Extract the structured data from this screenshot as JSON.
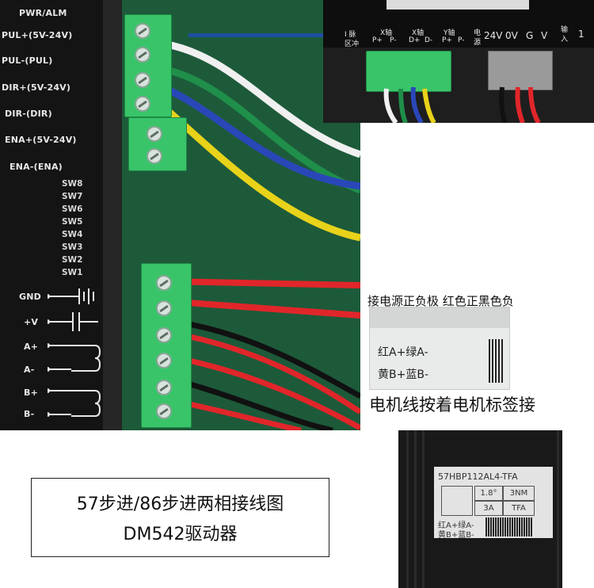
{
  "driver": {
    "labels": [
      "PWR/ALM",
      "PUL+(5V-24V)",
      "PUL-(PUL)",
      "DIR+(5V-24V)",
      "DIR-(DIR)",
      "ENA+(5V-24V)",
      "ENA-(ENA)"
    ],
    "switches": [
      "SW8",
      "SW7",
      "SW6",
      "SW5",
      "SW4",
      "SW3",
      "SW2",
      "SW1"
    ],
    "power_labels": [
      "GND",
      "+V"
    ],
    "motor_labels": [
      "A+",
      "A-",
      "B+",
      "B-"
    ]
  },
  "controller_inset": {
    "labels": [
      "I 脉",
      "区冲",
      "X轴",
      "P+",
      "P-",
      "X轴",
      "D+",
      "D-",
      "Y轴",
      "P+",
      "P-",
      "电",
      "源",
      "24V",
      "0V",
      "G",
      "V",
      "输",
      "入",
      "1"
    ]
  },
  "annotations": {
    "power_note": "接电源正负极  红色正黑色负",
    "label_line_1": "红A+绿A-",
    "label_line_2": "黄B+蓝B-",
    "wiring_note": "电机线按着电机标签接"
  },
  "motor_label": {
    "model": "57HBP112AL4-TFA",
    "step_angle": "1.8°",
    "torque": "3NM",
    "current": "3A",
    "code": "TFA",
    "wire_line_1": "红A+绿A-",
    "wire_line_2": "黄B+蓝B-"
  },
  "caption": {
    "line_1": "57步进/86步进两相接线图",
    "line_2": "DM542驱动器"
  },
  "colors": {
    "terminal_green": "#39c46a",
    "board_green": "#1d5a3a",
    "wire_red": "#e0262a",
    "wire_blue": "#2a47b8",
    "wire_yellow": "#e8d21a",
    "wire_green": "#1f8f4a",
    "wire_white": "#f0f0f0",
    "callout_line": "#1f4fa0"
  }
}
